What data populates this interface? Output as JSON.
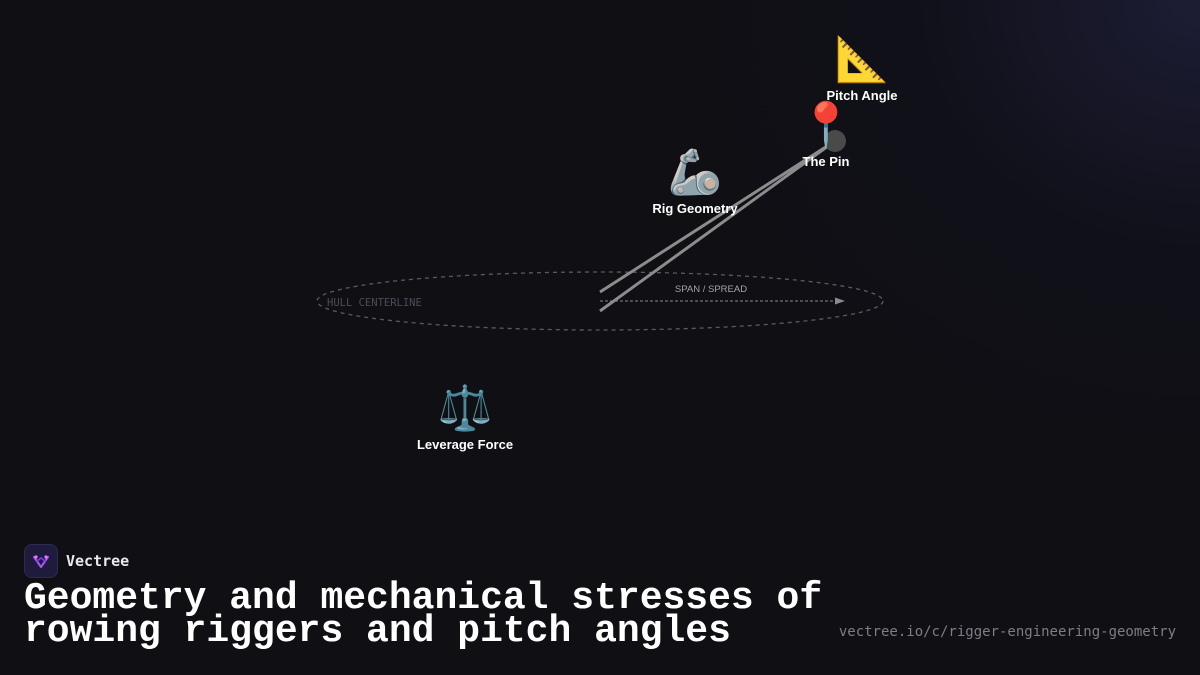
{
  "diagram": {
    "hull_label": "HULL CENTERLINE",
    "span_label": "SPAN / SPREAD",
    "nodes": [
      {
        "label": "Pitch Angle",
        "emoji": "📐"
      },
      {
        "label": "The Pin",
        "emoji": "📍"
      },
      {
        "label": "Rig Geometry",
        "emoji": "🦾"
      },
      {
        "label": "Leverage Force",
        "emoji": "⚖️"
      }
    ]
  },
  "brand": {
    "name": "Vectree",
    "logo_icon": "vectree-logo-icon"
  },
  "footer": {
    "title": "Geometry and mechanical stresses of rowing riggers and pitch angles",
    "url": "vectree.io/c/rigger-engineering-geometry"
  },
  "colors": {
    "background": "#0f0f14",
    "accent": "#8b5cf6",
    "text": "#ffffff",
    "muted": "#7d7d88"
  }
}
